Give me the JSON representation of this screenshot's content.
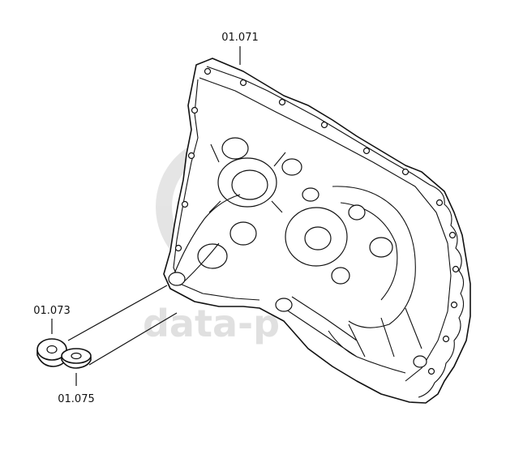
{
  "parts": [
    {
      "id": "part-01-071",
      "label": "01.071"
    },
    {
      "id": "part-01-073",
      "label": "01.073"
    },
    {
      "id": "part-01-075",
      "label": "01.075"
    }
  ],
  "watermark": {
    "text": "data-p",
    "color": "#d4d4d4"
  }
}
